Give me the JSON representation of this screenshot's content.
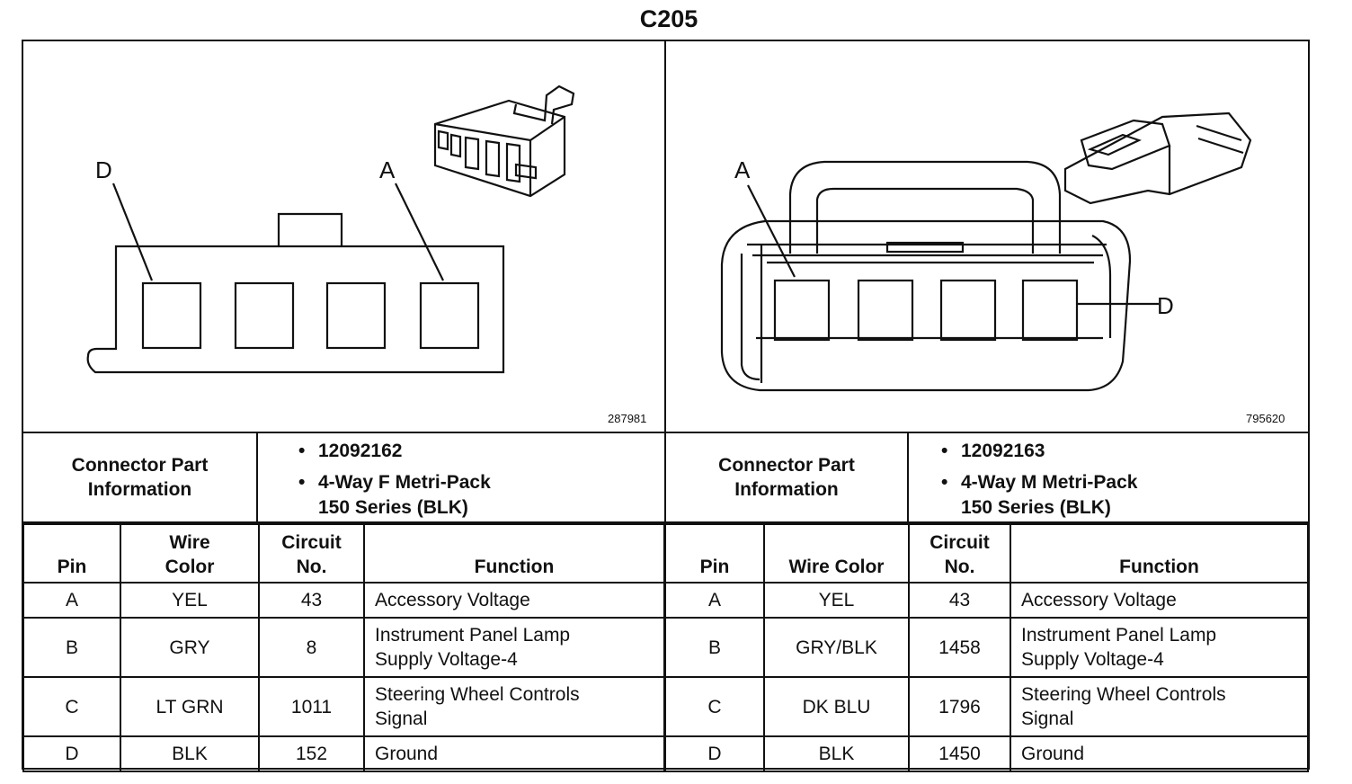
{
  "title": "C205",
  "left": {
    "drawing_number": "287981",
    "pin_labels": [
      "D",
      "A"
    ],
    "info_label": "Connector Part\nInformation",
    "info_items": [
      "12092162",
      "4-Way F Metri-Pack\n150 Series (BLK)"
    ],
    "headers": {
      "pin": "Pin",
      "wire_color": "Wire\nColor",
      "circuit": "Circuit\nNo.",
      "function": "Function"
    },
    "rows": [
      {
        "pin": "A",
        "wire": "YEL",
        "circuit": "43",
        "function": "Accessory Voltage"
      },
      {
        "pin": "B",
        "wire": "GRY",
        "circuit": "8",
        "function": "Instrument Panel Lamp\nSupply Voltage-4"
      },
      {
        "pin": "C",
        "wire": "LT GRN",
        "circuit": "1011",
        "function": "Steering Wheel Controls\nSignal"
      },
      {
        "pin": "D",
        "wire": "BLK",
        "circuit": "152",
        "function": "Ground"
      }
    ]
  },
  "right": {
    "drawing_number": "795620",
    "pin_labels": [
      "A",
      "D"
    ],
    "info_label": "Connector Part\nInformation",
    "info_items": [
      "12092163",
      "4-Way M Metri-Pack\n150 Series (BLK)"
    ],
    "headers": {
      "pin": "Pin",
      "wire_color": "Wire Color",
      "circuit": "Circuit\nNo.",
      "function": "Function"
    },
    "rows": [
      {
        "pin": "A",
        "wire": "YEL",
        "circuit": "43",
        "function": "Accessory Voltage"
      },
      {
        "pin": "B",
        "wire": "GRY/BLK",
        "circuit": "1458",
        "function": "Instrument Panel Lamp\nSupply Voltage-4"
      },
      {
        "pin": "C",
        "wire": "DK BLU",
        "circuit": "1796",
        "function": "Steering Wheel Controls\nSignal"
      },
      {
        "pin": "D",
        "wire": "BLK",
        "circuit": "1450",
        "function": "Ground"
      }
    ]
  }
}
